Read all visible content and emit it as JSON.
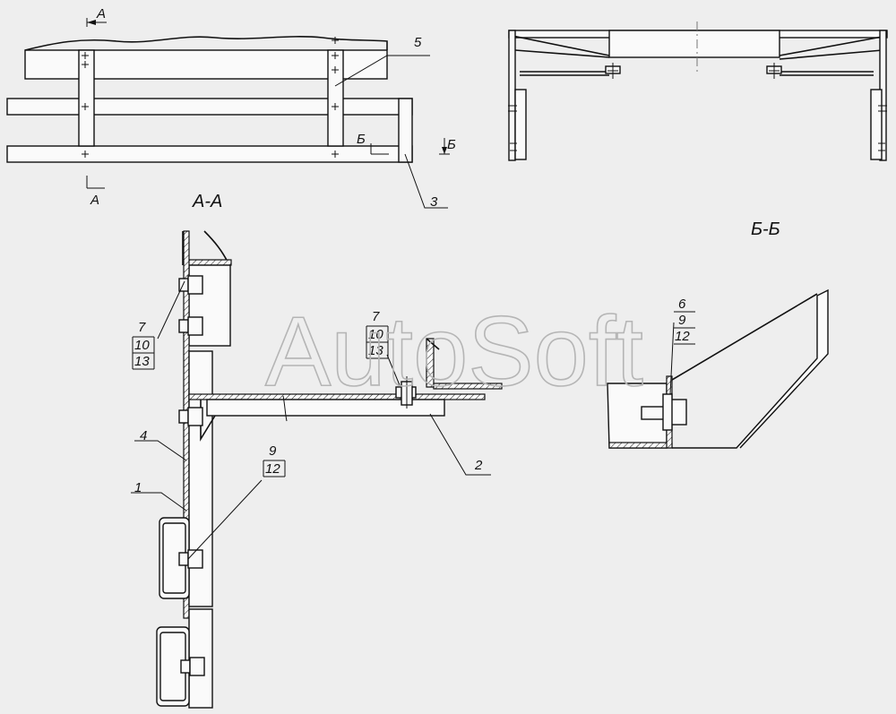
{
  "drawing": {
    "section_aa_title": "А-А",
    "section_bb_title": "Б-Б",
    "cut_marker_a": "А",
    "cut_marker_b": "Б",
    "watermark": "AutoSoft",
    "callouts": {
      "p1": "1",
      "p2": "2",
      "p3": "3",
      "p4": "4",
      "p5": "5",
      "s7_10_13_left": [
        "7",
        "10",
        "13"
      ],
      "s7_10_13_mid": [
        "7",
        "10",
        "13"
      ],
      "s9_12": [
        "9",
        "12"
      ],
      "s6_9_12": [
        "6",
        "9",
        "12"
      ]
    }
  }
}
